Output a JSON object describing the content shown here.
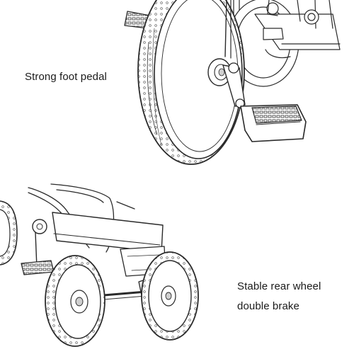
{
  "captions": {
    "top": "Strong foot pedal",
    "bottom_line1": "Stable rear wheel",
    "bottom_line2": "double brake"
  },
  "colors": {
    "ink": "#2a2a2a",
    "paper": "#ffffff",
    "shade": "#e9e9e9"
  }
}
